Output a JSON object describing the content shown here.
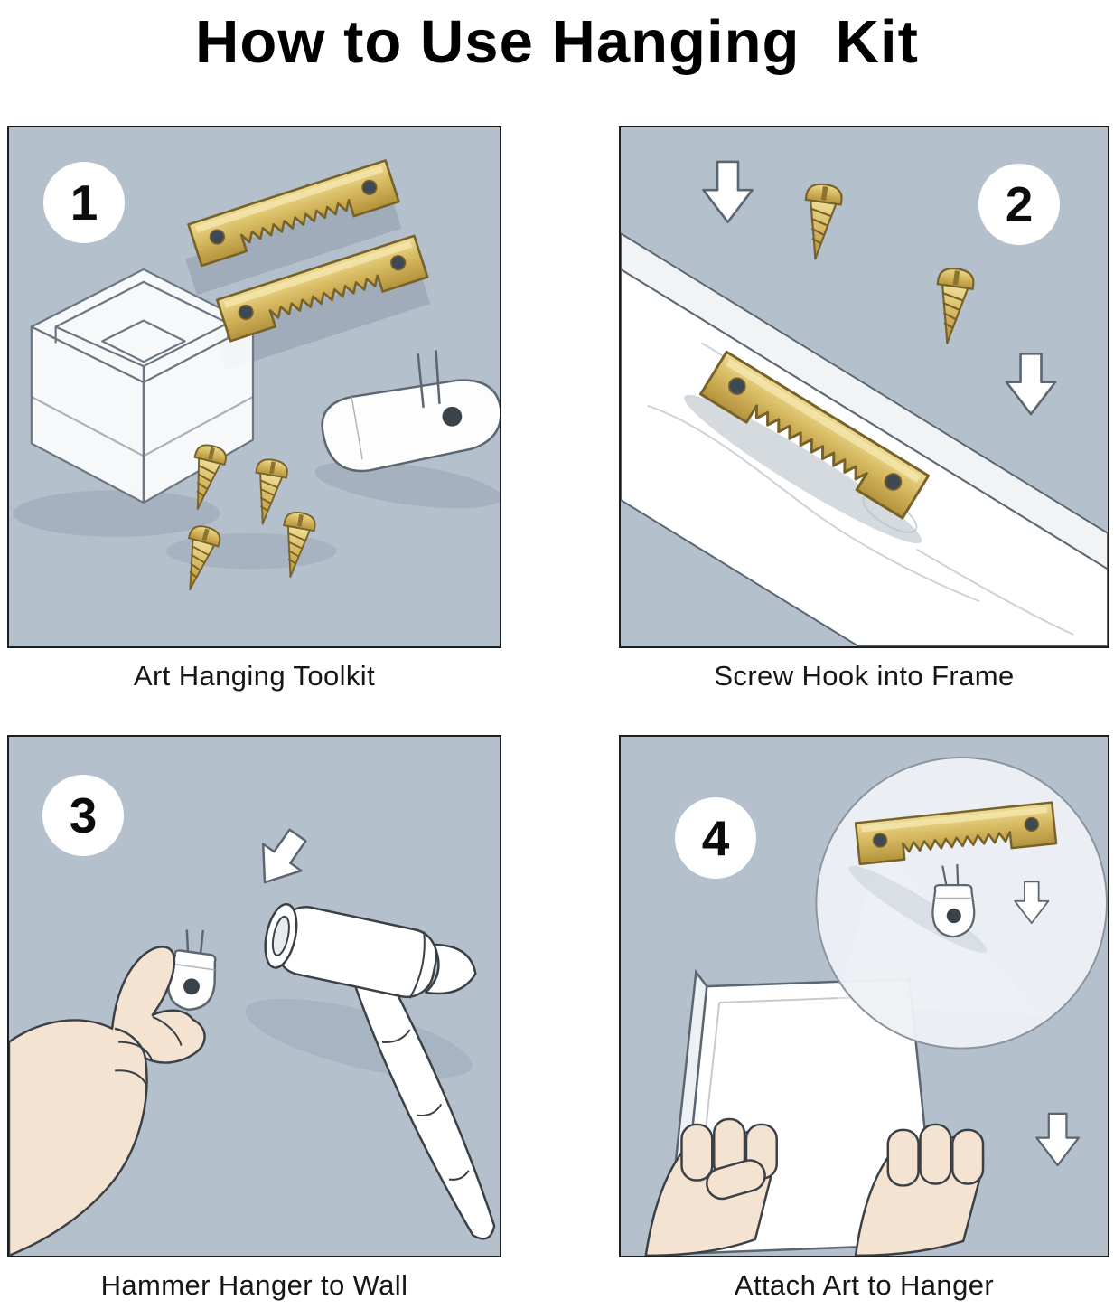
{
  "title": "How to Use Hanging  Kit",
  "colors": {
    "panel-bg": "#b4c0cc",
    "brass": "#d7ba61",
    "brass-dark": "#77622a",
    "outline": "#5b6671",
    "skin": "#f5e3d1",
    "caption-text": "#161616"
  },
  "icons": {
    "sawtooth-hanger": "svg-shape",
    "screw": "svg-shape",
    "wall-hook": "svg-shape",
    "storage-box": "svg-shape",
    "down-arrow": "svg-shape",
    "hammer": "svg-shape",
    "hand": "svg-shape",
    "wood-frame": "svg-shape",
    "magnifier-circle": "svg-shape",
    "art-canvas": "svg-shape"
  },
  "steps": [
    {
      "number": "1",
      "caption": "Art Hanging Toolkit",
      "illustration": [
        "storage-box-icon",
        "sawtooth-hanger-icon",
        "screw-icon",
        "wall-hook-icon"
      ]
    },
    {
      "number": "2",
      "caption": "Screw Hook into Frame",
      "illustration": [
        "wood-frame-icon",
        "sawtooth-hanger-icon",
        "screw-icon",
        "down-arrow-icon"
      ]
    },
    {
      "number": "3",
      "caption": "Hammer Hanger to Wall",
      "illustration": [
        "hand-icon",
        "wall-hook-icon",
        "hammer-icon",
        "down-arrow-icon"
      ]
    },
    {
      "number": "4",
      "caption": "Attach Art to Hanger",
      "illustration": [
        "magnifier-circle-icon",
        "sawtooth-hanger-icon",
        "wall-hook-icon",
        "art-canvas-icon",
        "hand-icon",
        "down-arrow-icon"
      ]
    }
  ]
}
